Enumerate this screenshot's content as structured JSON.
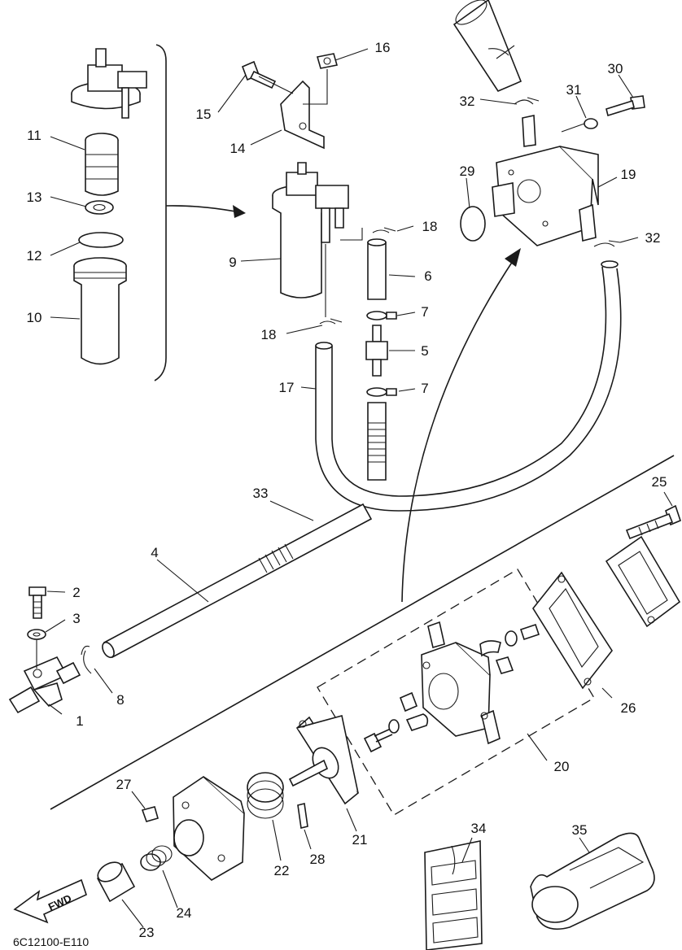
{
  "diagram_code": "6C12100-E110",
  "direction_label": "FWD",
  "callouts": [
    "1",
    "2",
    "3",
    "4",
    "5",
    "6",
    "7",
    "7",
    "8",
    "9",
    "10",
    "11",
    "12",
    "13",
    "14",
    "15",
    "16",
    "17",
    "18",
    "18",
    "19",
    "20",
    "21",
    "22",
    "23",
    "24",
    "25",
    "26",
    "27",
    "28",
    "29",
    "30",
    "31",
    "32",
    "32",
    "33",
    "34",
    "35"
  ]
}
